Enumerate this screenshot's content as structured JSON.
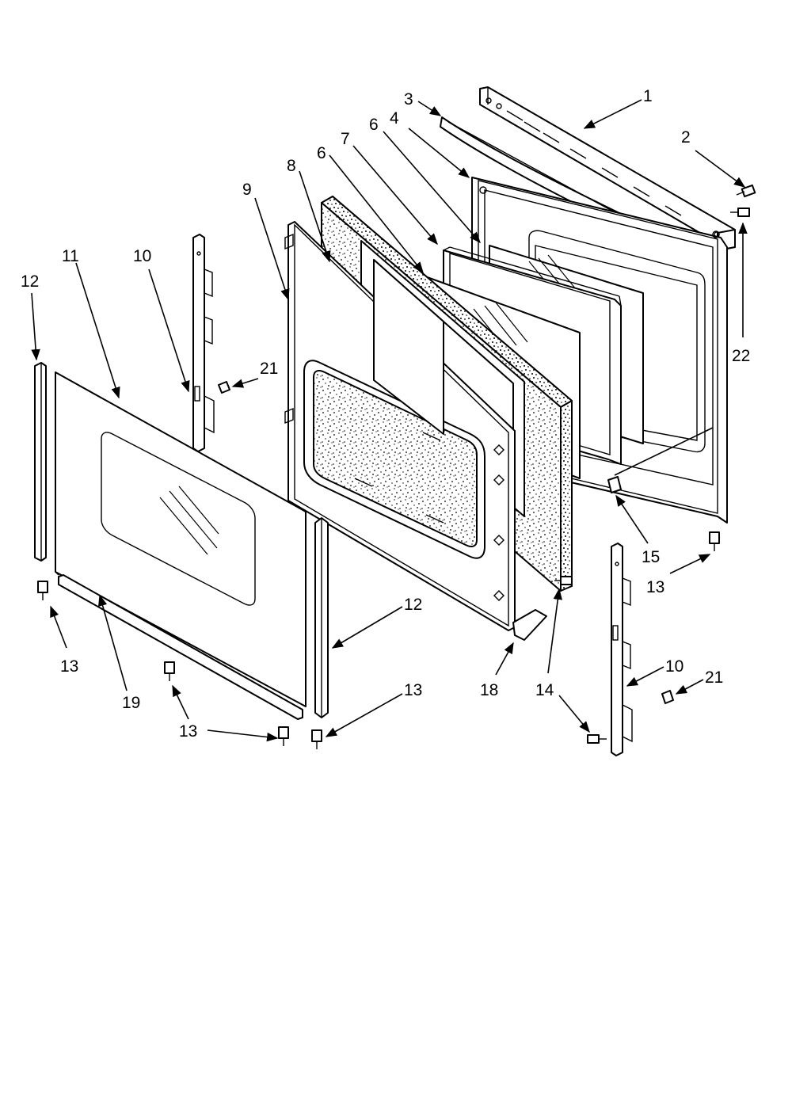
{
  "diagram": {
    "type": "exploded-parts-view",
    "callouts": [
      {
        "id": "c1",
        "label": "1"
      },
      {
        "id": "c2",
        "label": "2"
      },
      {
        "id": "c3",
        "label": "3"
      },
      {
        "id": "c4",
        "label": "4"
      },
      {
        "id": "c6a",
        "label": "6"
      },
      {
        "id": "c7",
        "label": "7"
      },
      {
        "id": "c8",
        "label": "8"
      },
      {
        "id": "c6b",
        "label": "6"
      },
      {
        "id": "c9",
        "label": "9"
      },
      {
        "id": "c10a",
        "label": "10"
      },
      {
        "id": "c11",
        "label": "11"
      },
      {
        "id": "c12a",
        "label": "12"
      },
      {
        "id": "c21a",
        "label": "21"
      },
      {
        "id": "c22",
        "label": "22"
      },
      {
        "id": "c15",
        "label": "15"
      },
      {
        "id": "c13a",
        "label": "13"
      },
      {
        "id": "c12b",
        "label": "12"
      },
      {
        "id": "c13b",
        "label": "13"
      },
      {
        "id": "c18",
        "label": "18"
      },
      {
        "id": "c14a",
        "label": "14"
      },
      {
        "id": "c10b",
        "label": "10"
      },
      {
        "id": "c21b",
        "label": "21"
      },
      {
        "id": "c13c",
        "label": "13"
      },
      {
        "id": "c19",
        "label": "19"
      },
      {
        "id": "c13d",
        "label": "13"
      },
      {
        "id": "c13e",
        "label": "13"
      },
      {
        "id": "c14b",
        "label": "14"
      }
    ]
  }
}
